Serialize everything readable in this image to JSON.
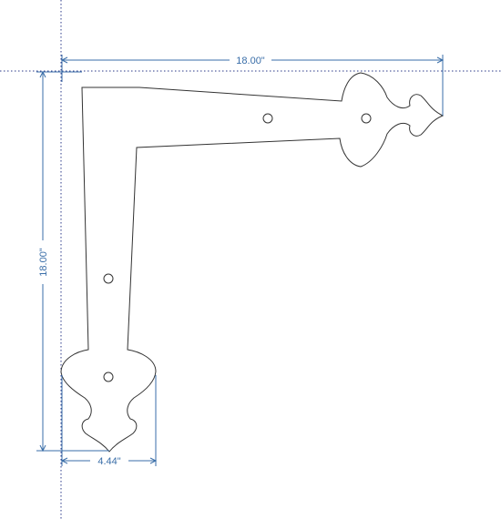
{
  "drawing": {
    "colors": {
      "dimension": "#3a6ea8",
      "outline": "#333333",
      "guide": "#2b3a8a"
    },
    "dimensions": {
      "width_label": "18.00\"",
      "height_label": "18.00\"",
      "flange_label": "4.44\""
    }
  }
}
